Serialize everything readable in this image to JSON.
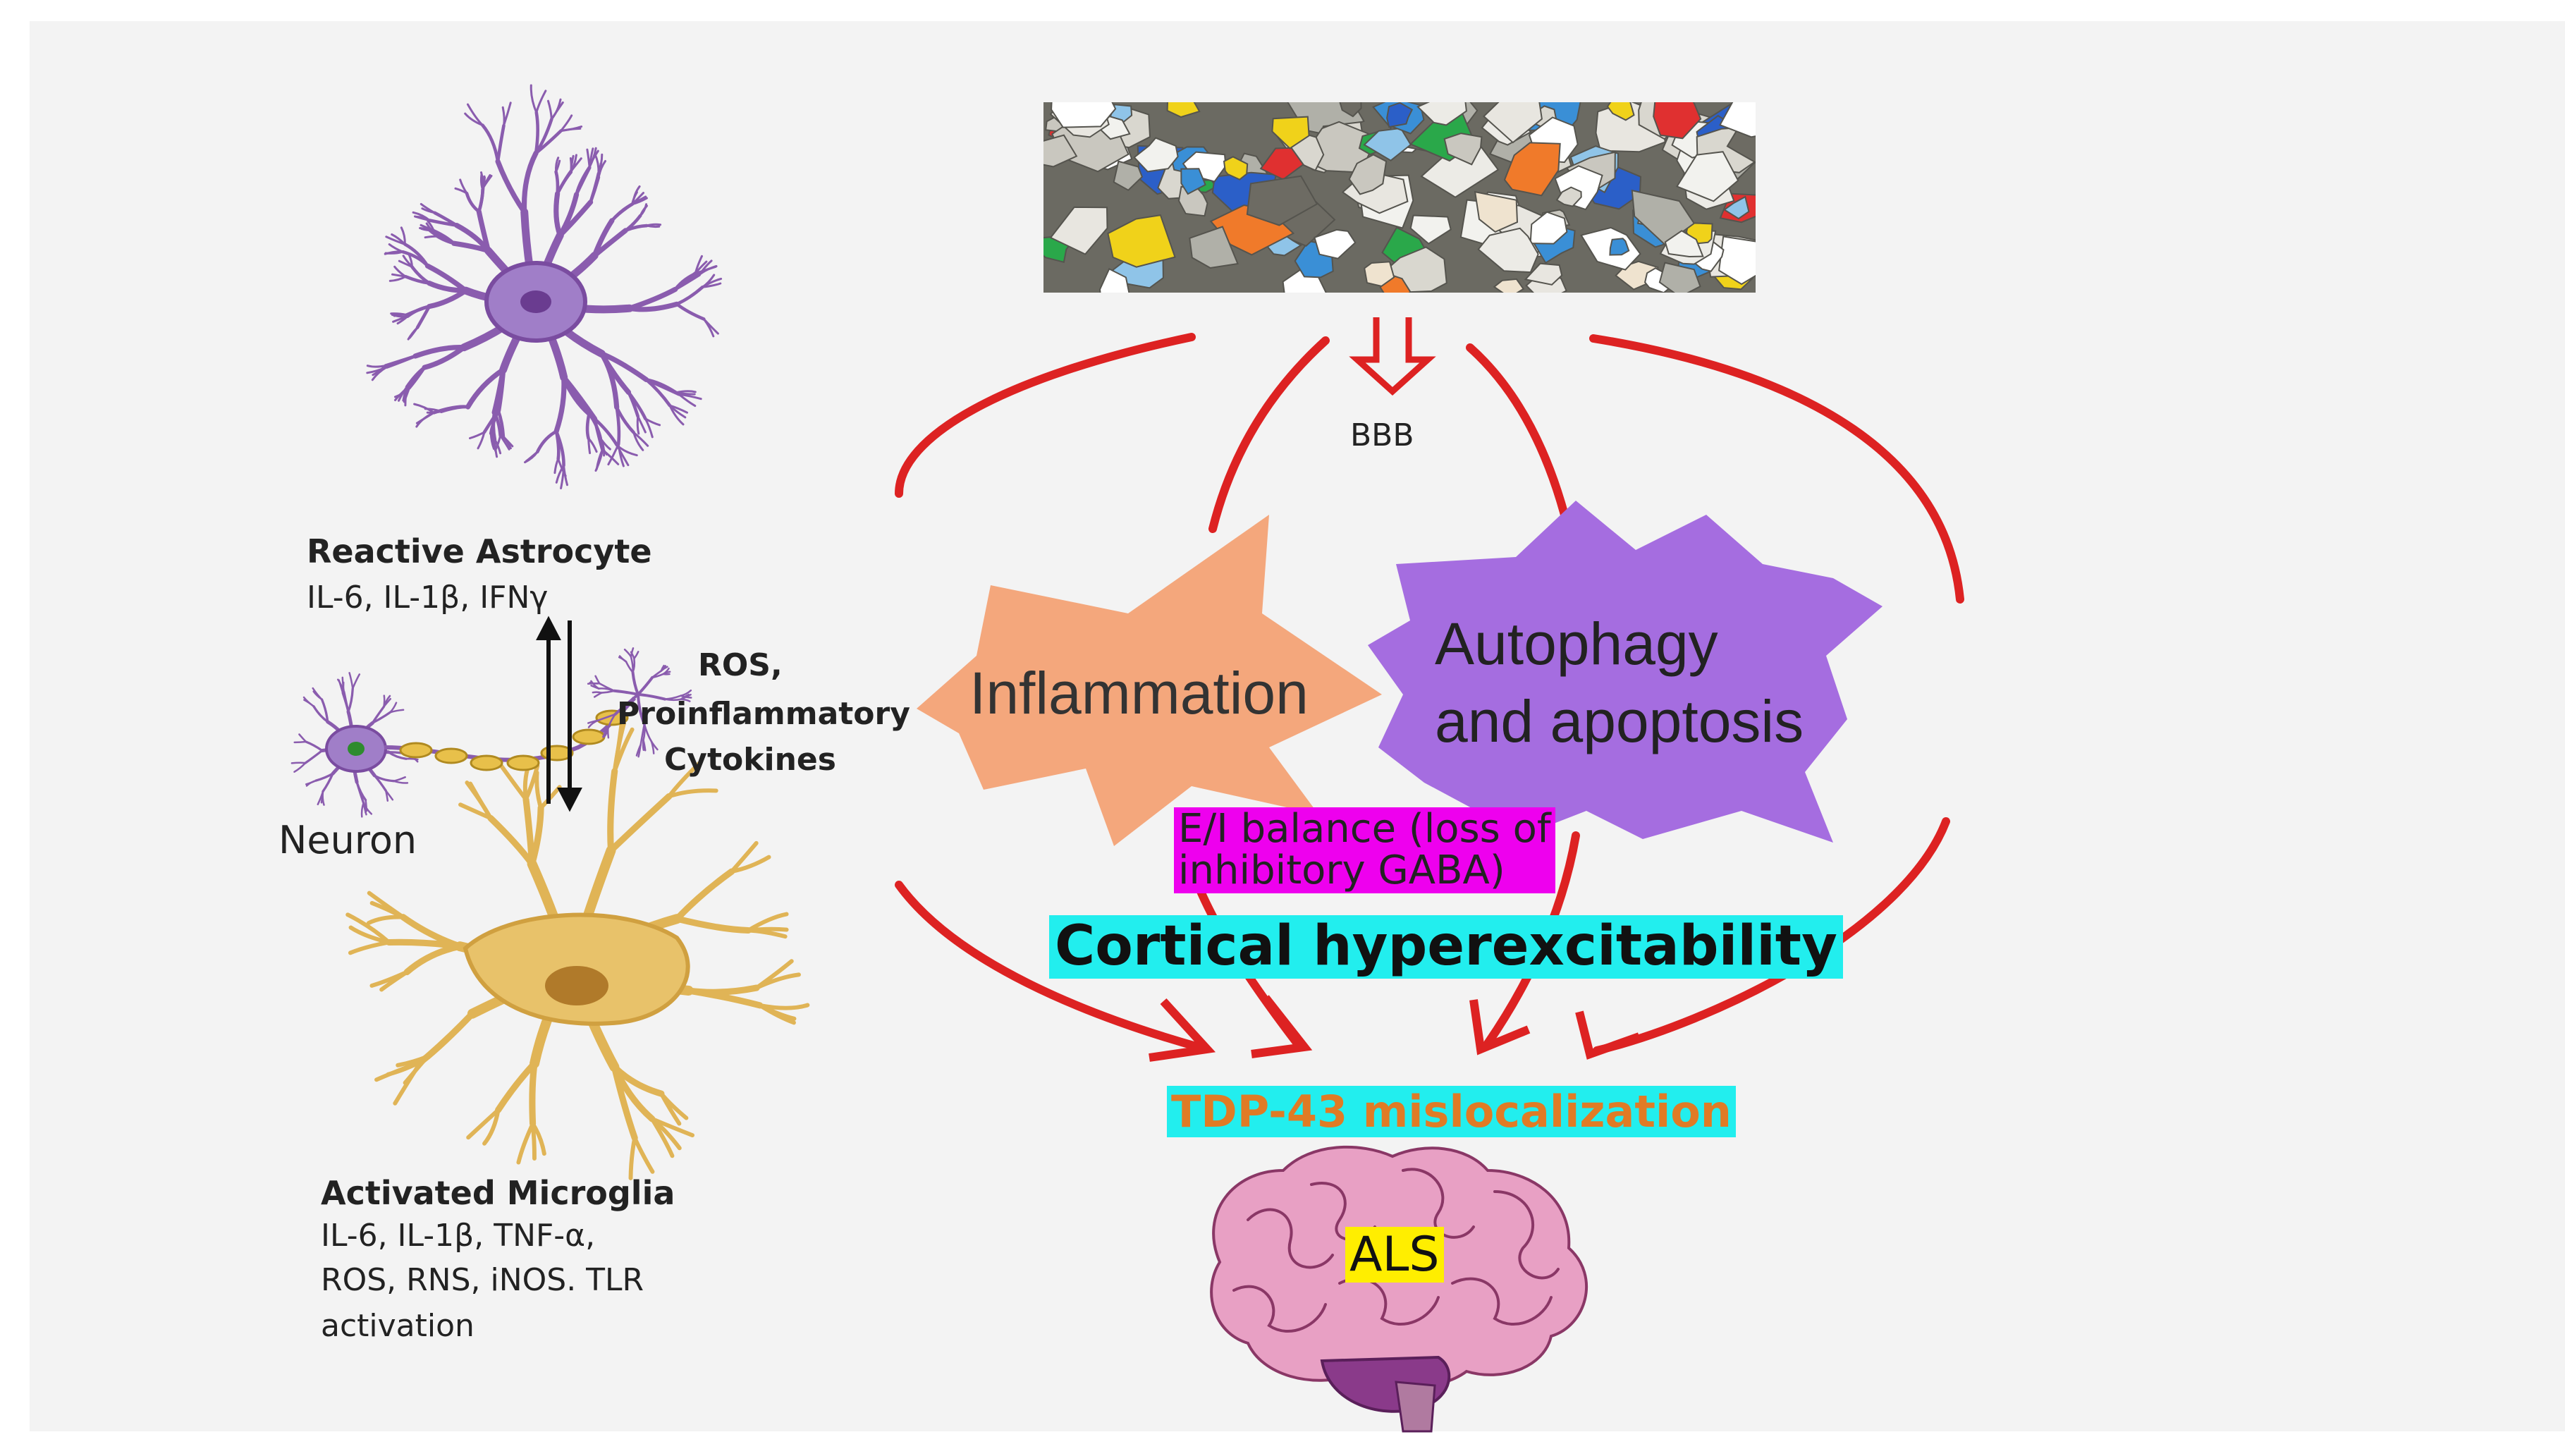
{
  "cells": {
    "astrocyte": {
      "title": "Reactive Astrocyte",
      "markers": "IL-6, IL-1β, IFNγ",
      "color": "#8a5cae"
    },
    "neuron": {
      "label": "Neuron",
      "signal": [
        "ROS,",
        "Proinflammatory",
        "Cytokines"
      ]
    },
    "microglia": {
      "title": "Activated Microglia",
      "markers": [
        "IL-6, IL-1β, TNF-α,",
        "ROS, RNS, iNOS. TLR",
        "activation"
      ],
      "color": "#e0b456"
    }
  },
  "pathway": {
    "bbb": "BBB",
    "inflammation": {
      "label": "Inflammation",
      "color": "#f4a77c"
    },
    "autophagy": {
      "line1": "Autophagy",
      "line2": "and apoptosis",
      "color": "#a56de0"
    },
    "ei_balance": {
      "line1": "E/I balance (loss of",
      "line2": "inhibitory GABA)",
      "color": "#ee00ee"
    },
    "cortical": {
      "label": "Cortical hyperexcitability",
      "color": "#22eeee"
    },
    "tdp43": {
      "label": "TDP-43 mislocalization",
      "color": "#22eeee",
      "text_color": "#e07b25"
    },
    "als": {
      "label": "ALS",
      "color": "#ffee00"
    }
  },
  "colors": {
    "arrow": "#dd2222",
    "brain": "#e8a0c4",
    "panel": "#f3f3f3"
  }
}
